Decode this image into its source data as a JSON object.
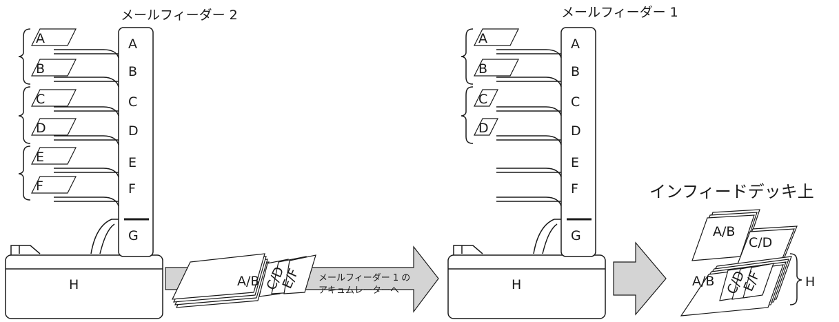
{
  "feeder_left": {
    "title": "メールフィーダー 2",
    "bins": [
      "A",
      "B",
      "C",
      "D",
      "E",
      "F",
      "G"
    ],
    "trays": [
      "A",
      "B",
      "C",
      "D",
      "E",
      "F"
    ],
    "base_label": "H"
  },
  "feeder_right": {
    "title": "メールフィーダー 1",
    "bins": [
      "A",
      "B",
      "C",
      "D",
      "E",
      "F",
      "G"
    ],
    "trays": [
      "A",
      "B",
      "C",
      "D"
    ],
    "base_label": "H"
  },
  "transfer": {
    "stack_labels": [
      "A/B",
      "C/D",
      "E/F"
    ],
    "arrow_text_line1": "メールフィーダー 1 の",
    "arrow_text_line2": "アキュムレーターへ"
  },
  "infeed": {
    "title": "インフィードデッキ上",
    "top_labels": [
      "A/B",
      "C/D"
    ],
    "stack_labels": [
      "A/B",
      "C/D",
      "E/F"
    ],
    "bracket_label": "H"
  }
}
